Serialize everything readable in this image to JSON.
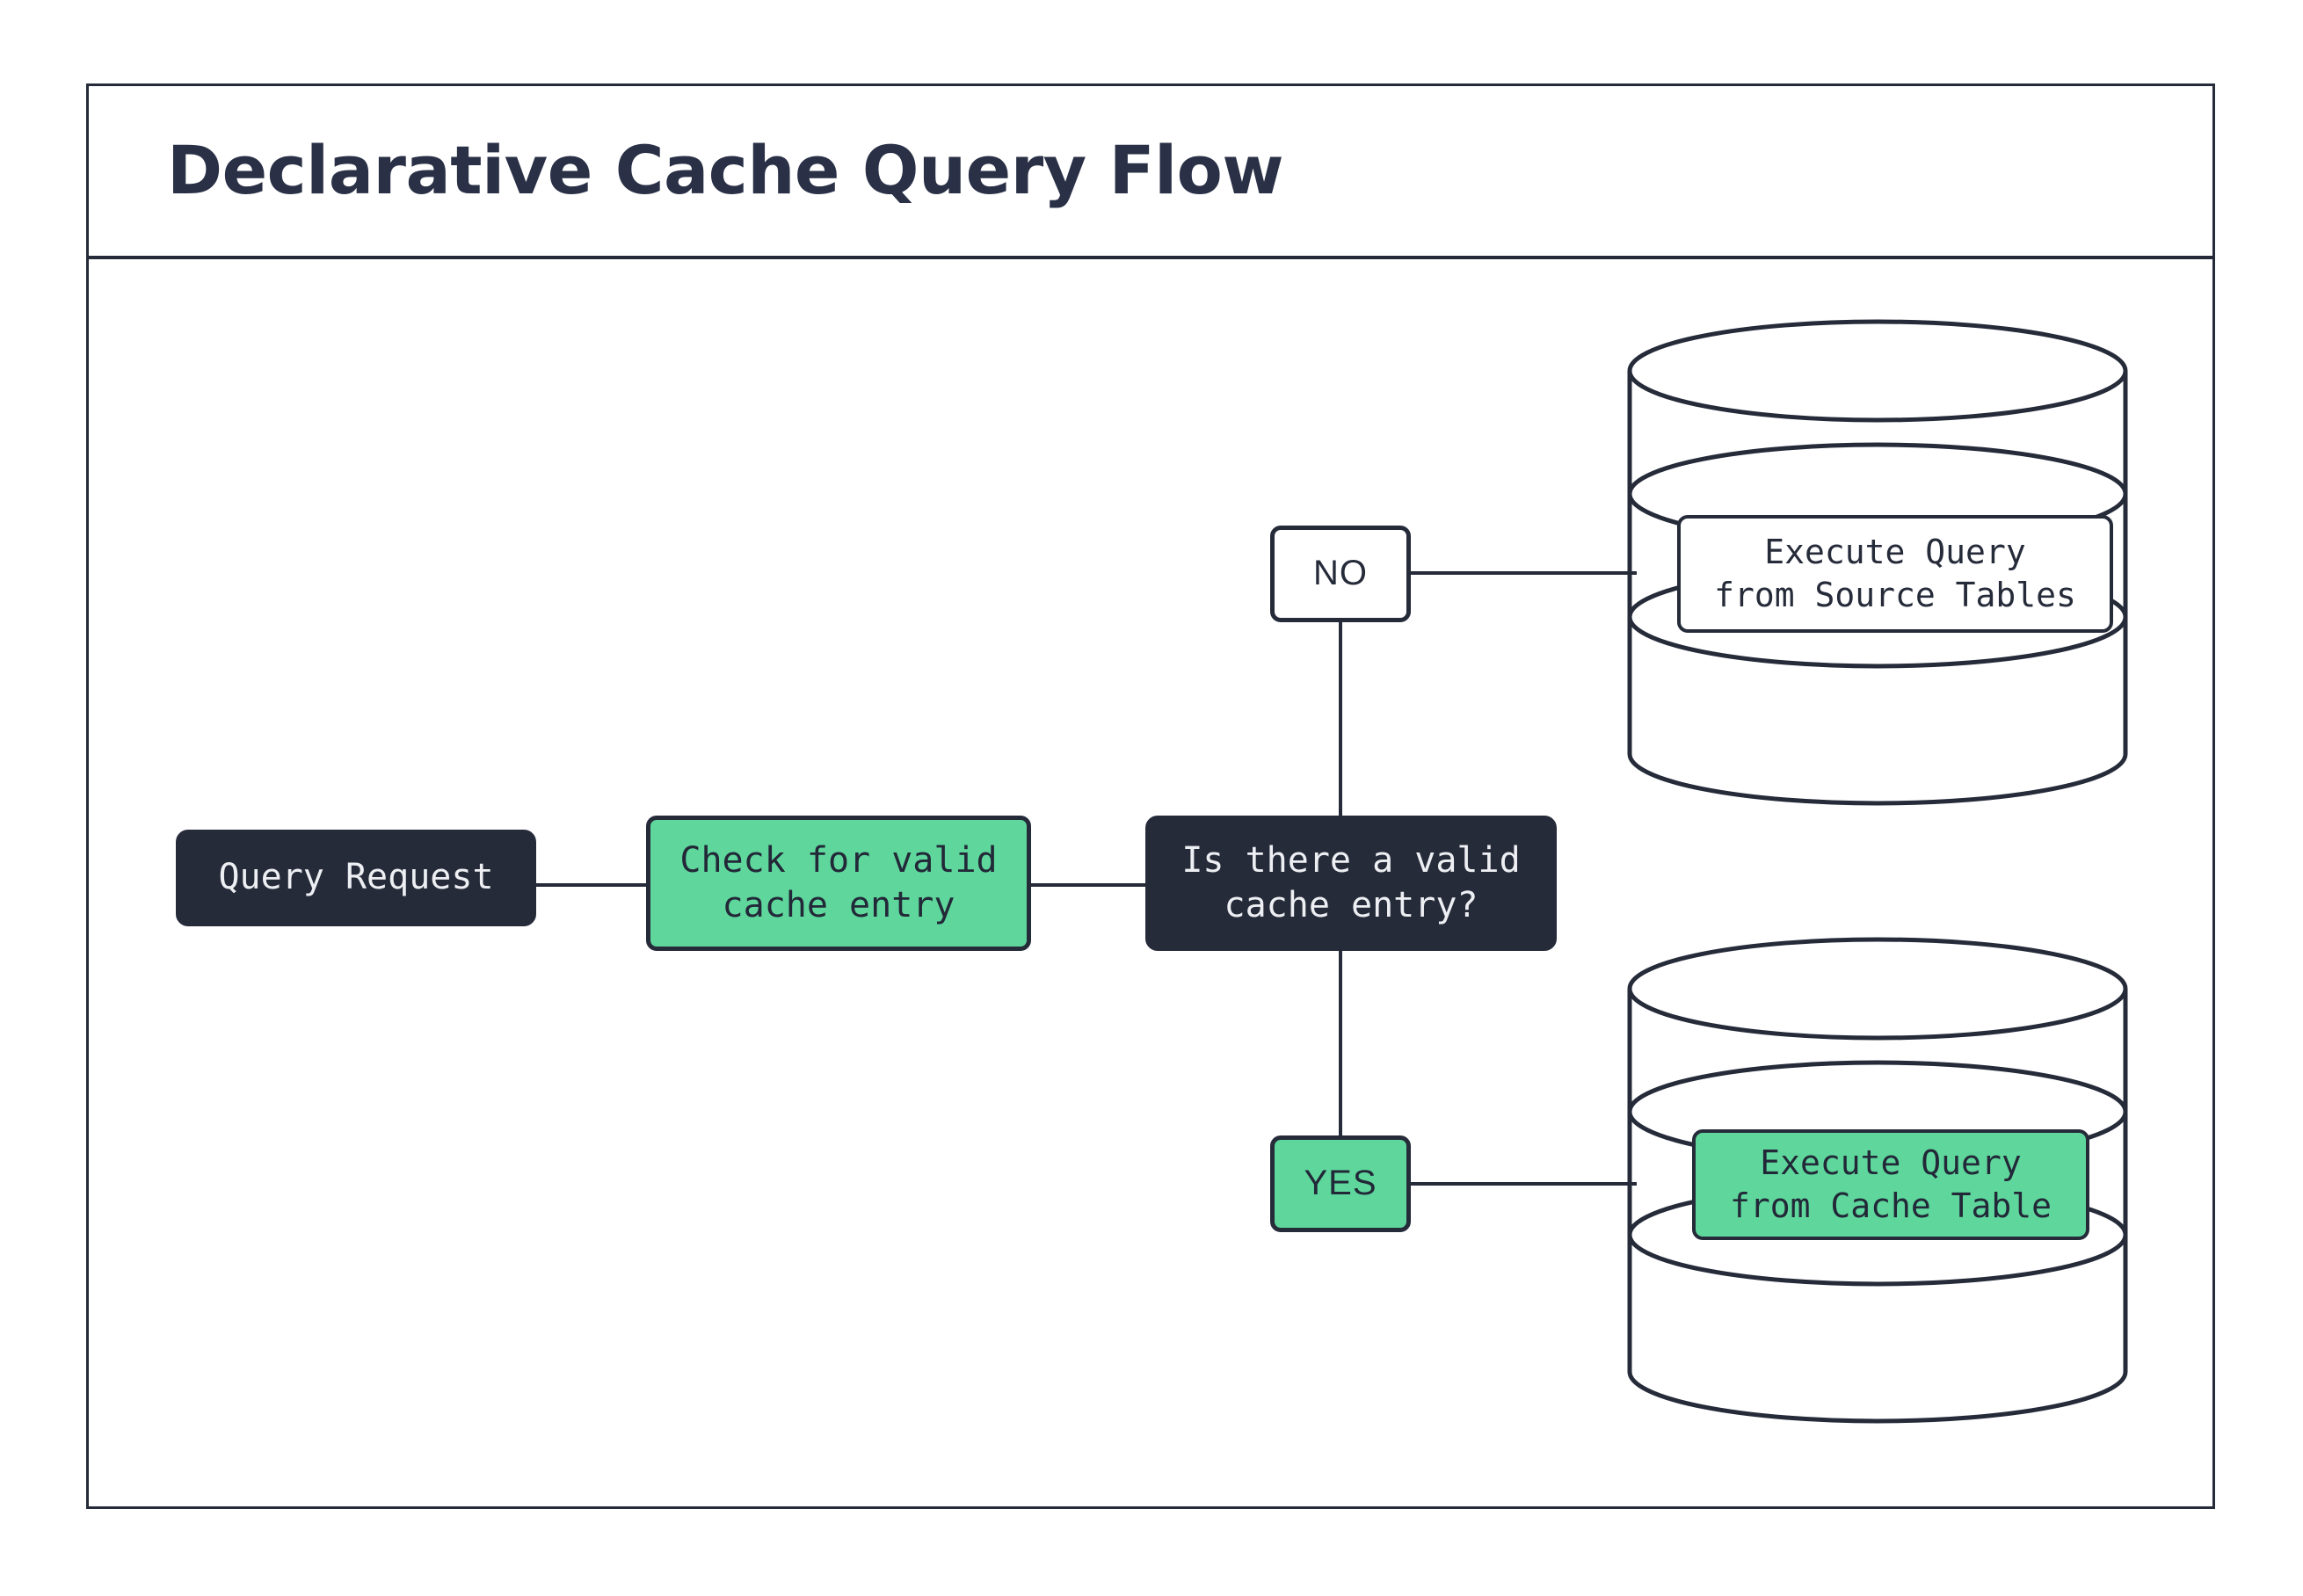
{
  "diagram": {
    "title": "Declarative Cache Query Flow",
    "type": "flowchart",
    "colors": {
      "dark": "#262B3A",
      "green": "#5FD79C",
      "white": "#FFFFFF",
      "stroke": "#262B3A",
      "title_text": "#2A3046"
    },
    "nodes": [
      {
        "id": "query-request",
        "label": "Query Request",
        "shape": "rounded-rect",
        "style": "dark"
      },
      {
        "id": "check-cache",
        "label": "Check for valid\ncache entry",
        "shape": "rounded-rect",
        "style": "green"
      },
      {
        "id": "decision",
        "label": "Is there a valid\ncache entry?",
        "shape": "rounded-rect",
        "style": "dark"
      },
      {
        "id": "label-no",
        "label": "NO",
        "shape": "rounded-rect",
        "style": "white"
      },
      {
        "id": "label-yes",
        "label": "YES",
        "shape": "rounded-rect",
        "style": "green"
      },
      {
        "id": "exec-source",
        "label": "Execute Query\nfrom Source Tables",
        "shape": "rounded-rect",
        "style": "white"
      },
      {
        "id": "exec-cache",
        "label": "Execute Query\nfrom Cache Table",
        "shape": "rounded-rect",
        "style": "green"
      }
    ],
    "containers": [
      {
        "id": "db-source",
        "shape": "database-cylinder",
        "contains": "exec-source"
      },
      {
        "id": "db-cache",
        "shape": "database-cylinder",
        "contains": "exec-cache"
      }
    ],
    "edges": [
      {
        "from": "query-request",
        "to": "check-cache"
      },
      {
        "from": "check-cache",
        "to": "decision"
      },
      {
        "from": "decision",
        "to": "label-no",
        "label": "NO"
      },
      {
        "from": "decision",
        "to": "label-yes",
        "label": "YES"
      },
      {
        "from": "label-no",
        "to": "db-source"
      },
      {
        "from": "label-yes",
        "to": "db-cache"
      }
    ]
  }
}
